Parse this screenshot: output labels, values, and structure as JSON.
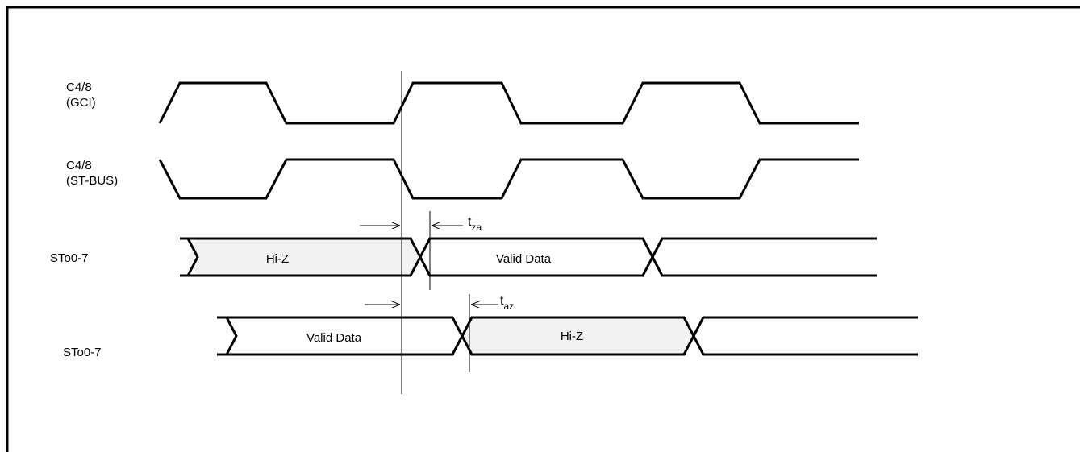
{
  "signals": {
    "gci": {
      "line1": "C4/8",
      "line2": "(GCI)"
    },
    "stbus": {
      "line1": "C4/8",
      "line2": "(ST-BUS)"
    },
    "sto_a": "STo0-7",
    "sto_b": "STo0-7"
  },
  "boxes": {
    "a_hiz": "Hi-Z",
    "a_valid": "Valid Data",
    "b_valid": "Valid Data",
    "b_hiz": "Hi-Z"
  },
  "timing": {
    "tza": {
      "main": "t",
      "sub": "za"
    },
    "taz": {
      "main": "t",
      "sub": "az"
    }
  },
  "colors": {
    "line": "#000000",
    "hiz_fill": "#f2f2f2",
    "background": "#ffffff"
  }
}
